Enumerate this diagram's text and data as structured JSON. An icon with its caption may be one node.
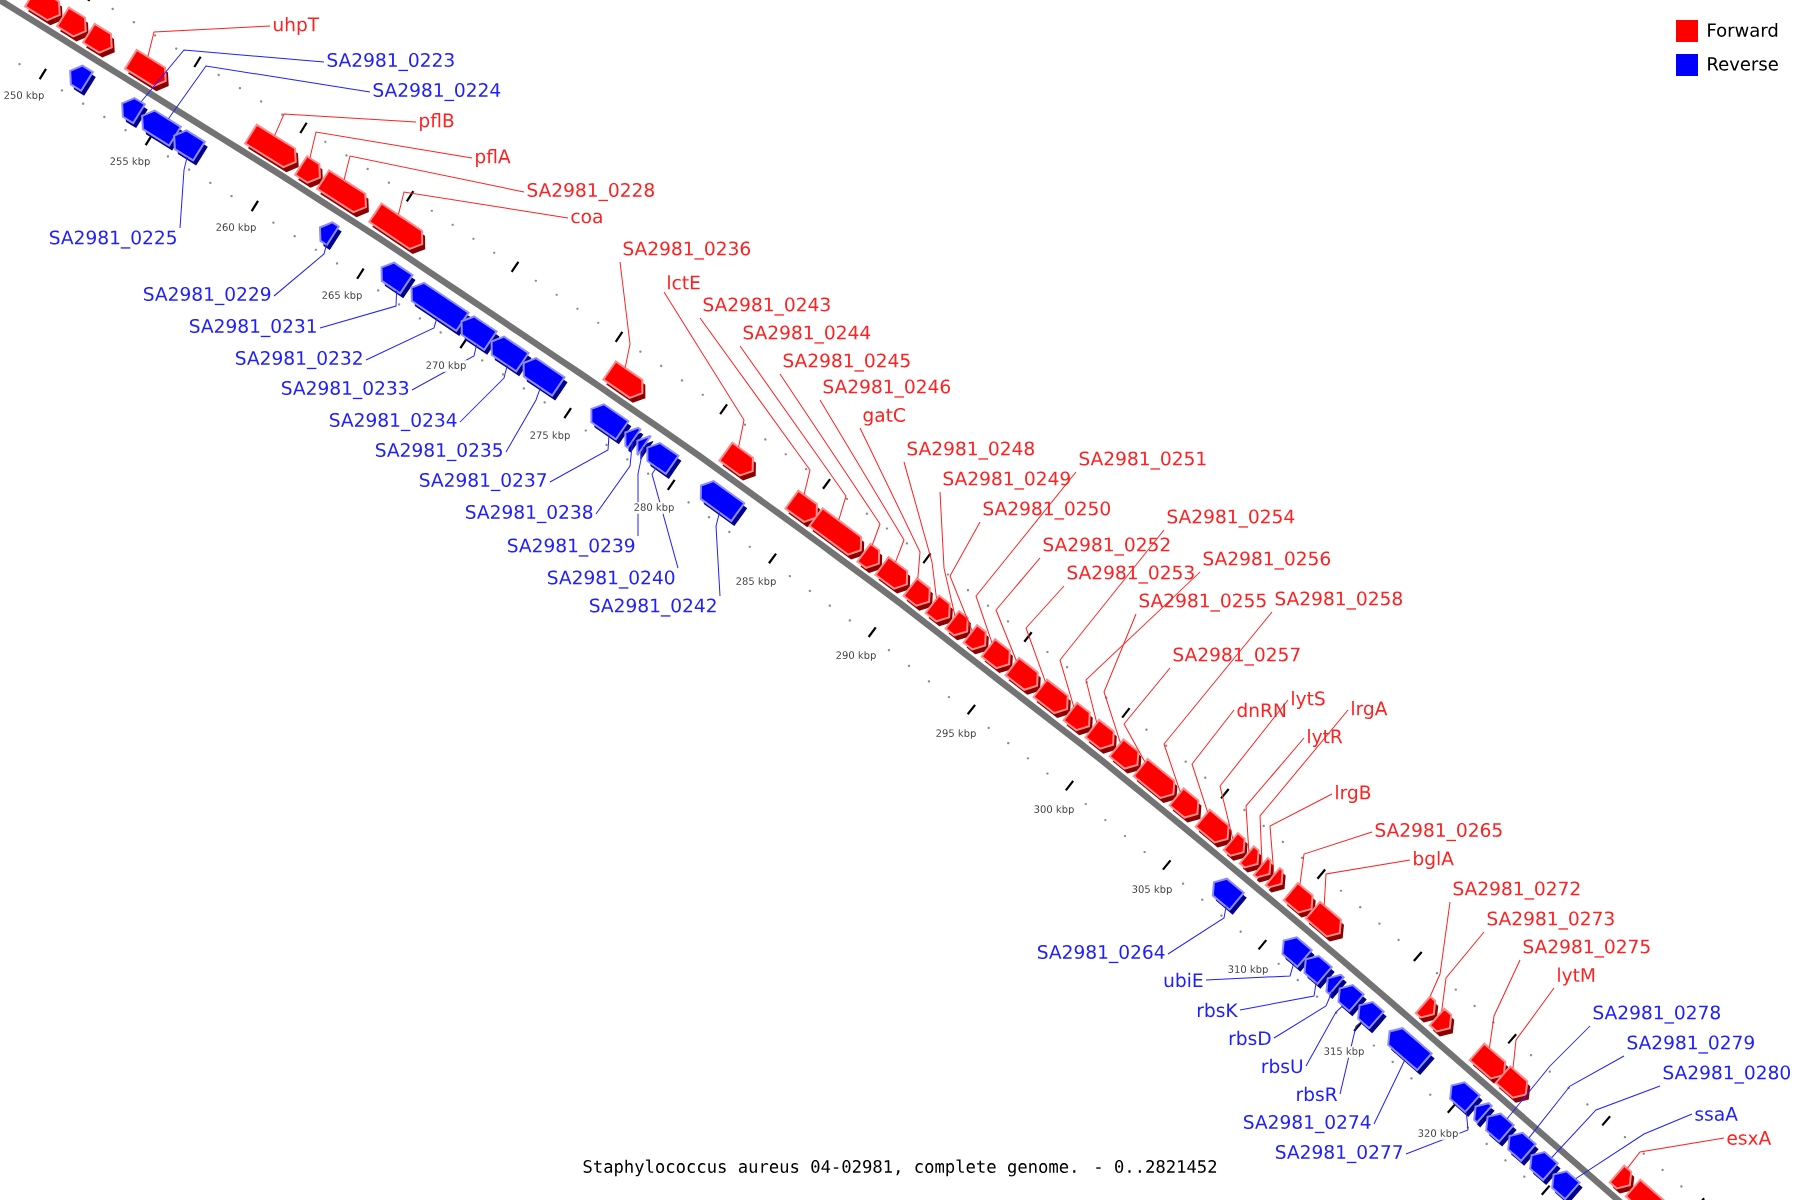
{
  "diagram": {
    "caption": "Staphylococcus aureus 04-02981, complete genome. - 0..2821452",
    "nodes": [
      {
        "text": [
          "uhpT"
        ]
      },
      {
        "text": [
          "SA2981_0223"
        ]
      },
      {
        "text": [
          "SA2981_0224"
        ]
      },
      {
        "text": [
          "pflB"
        ]
      },
      {
        "text": [
          "pflA"
        ]
      },
      {
        "text": [
          "SA2981_0228"
        ]
      },
      {
        "text": [
          "coa"
        ]
      },
      {
        "text": [
          "SA2981_0225"
        ]
      },
      {
        "text": [
          "SA2981_0236"
        ]
      },
      {
        "text": [
          "lctE"
        ]
      },
      {
        "text": [
          "SA2981_0229"
        ]
      },
      {
        "text": [
          "SA2981_0243"
        ]
      },
      {
        "text": [
          "SA2981_0231"
        ]
      },
      {
        "text": [
          "SA2981_0244"
        ]
      },
      {
        "text": [
          "SA2981_0232"
        ]
      },
      {
        "text": [
          "SA2981_0245"
        ]
      },
      {
        "text": [
          "SA2981_0233"
        ]
      },
      {
        "text": [
          "SA2981_0246"
        ]
      },
      {
        "text": [
          "gatC"
        ]
      },
      {
        "text": [
          "SA2981_0234"
        ]
      },
      {
        "text": [
          "SA2981_0248"
        ]
      },
      {
        "text": [
          "SA2981_0235"
        ]
      },
      {
        "text": [
          "SA2981_0251"
        ]
      },
      {
        "text": [
          "SA2981_0249"
        ]
      },
      {
        "text": [
          "SA2981_0237"
        ]
      },
      {
        "text": [
          "SA2981_0250"
        ]
      },
      {
        "text": [
          "SA2981_0238"
        ]
      },
      {
        "text": [
          "SA2981_0254"
        ]
      },
      {
        "text": [
          "SA2981_0239"
        ]
      },
      {
        "text": [
          "SA2981_0252"
        ]
      },
      {
        "text": [
          "SA2981_0256"
        ]
      },
      {
        "text": [
          "SA2981_0240"
        ]
      },
      {
        "text": [
          "SA2981_0253"
        ]
      },
      {
        "text": [
          "SA2981_0258"
        ]
      },
      {
        "text": [
          "SA2981_0242"
        ]
      },
      {
        "text": [
          "SA2981_0255"
        ]
      },
      {
        "text": [
          "SA2981_0257"
        ]
      },
      {
        "text": [
          "lytS"
        ]
      },
      {
        "text": [
          "dnRN"
        ]
      },
      {
        "text": [
          "lrgA"
        ]
      },
      {
        "text": [
          "lytR"
        ]
      },
      {
        "text": [
          "lrgB"
        ]
      },
      {
        "text": [
          "SA2981_0265"
        ]
      },
      {
        "text": [
          "bglA"
        ]
      },
      {
        "text": [
          "SA2981_0272"
        ]
      },
      {
        "text": [
          "SA2981_0273"
        ]
      },
      {
        "text": [
          "SA2981_0264"
        ]
      },
      {
        "text": [
          "SA2981_0275"
        ]
      },
      {
        "text": [
          "lytM"
        ]
      },
      {
        "text": [
          "ubiE"
        ]
      },
      {
        "text": [
          "rbsK"
        ]
      },
      {
        "text": [
          "SA2981_0278"
        ]
      },
      {
        "text": [
          "rbsD"
        ]
      },
      {
        "text": [
          "SA2981_0279"
        ]
      },
      {
        "text": [
          "rbsU"
        ]
      },
      {
        "text": [
          "SA2981_0280"
        ]
      },
      {
        "text": [
          "rbsR"
        ]
      },
      {
        "text": [
          "ssaA"
        ]
      },
      {
        "text": [
          "SA2981_0274"
        ]
      },
      {
        "text": [
          "esxA"
        ]
      },
      {
        "text": [
          "SA2981_0277"
        ]
      },
      {
        "text": [],
        "shape": "pentagon"
      },
      {
        "text": [],
        "shape": "pentagon"
      },
      {
        "text": [],
        "shape": "pentagon"
      },
      {
        "text": [],
        "shape": "pentagon"
      },
      {
        "text": [],
        "shape": "pentagon"
      },
      {
        "text": [],
        "shape": "pentagon"
      },
      {
        "text": [],
        "shape": "pentagon"
      },
      {
        "text": [],
        "shape": "pentagon"
      },
      {
        "text": [],
        "shape": "pentagon"
      },
      {
        "text": [],
        "shape": "pentagon"
      },
      {
        "text": [],
        "shape": "pentagon"
      },
      {
        "text": [],
        "shape": "pentagon"
      },
      {
        "text": [],
        "shape": "pentagon"
      },
      {
        "text": [],
        "shape": "pentagon"
      },
      {
        "text": [],
        "shape": "pentagon"
      },
      {
        "text": [],
        "shape": "pentagon"
      },
      {
        "text": [],
        "shape": "pentagon"
      },
      {
        "text": [],
        "shape": "pentagon"
      },
      {
        "text": [],
        "shape": "pentagon"
      },
      {
        "text": [],
        "shape": "pentagon"
      },
      {
        "text": [],
        "shape": "pentagon"
      },
      {
        "text": [],
        "shape": "pentagon"
      },
      {
        "text": [],
        "shape": "pentagon"
      },
      {
        "text": [],
        "shape": "pentagon"
      },
      {
        "text": [],
        "shape": "pentagon"
      },
      {
        "text": [],
        "shape": "pentagon"
      },
      {
        "text": [],
        "shape": "pentagon"
      },
      {
        "text": [],
        "shape": "pentagon"
      },
      {
        "text": [],
        "shape": "pentagon"
      },
      {
        "text": [],
        "shape": "pentagon"
      },
      {
        "text": [],
        "shape": "pentagon"
      },
      {
        "text": [],
        "shape": "pentagon"
      },
      {
        "text": [],
        "shape": "pentagon"
      },
      {
        "text": [],
        "shape": "pentagon"
      },
      {
        "text": [],
        "shape": "pentagon"
      },
      {
        "text": [],
        "shape": "pentagon"
      },
      {
        "text": [],
        "shape": "pentagon"
      },
      {
        "text": [],
        "shape": "pentagon"
      },
      {
        "text": [],
        "shape": "pentagon"
      },
      {
        "text": [],
        "shape": "pentagon"
      },
      {
        "text": [],
        "shape": "pentagon"
      },
      {
        "text": [],
        "shape": "pentagon"
      },
      {
        "text": [],
        "shape": "pentagon"
      },
      {
        "text": [],
        "shape": "pentagon"
      },
      {
        "text": [],
        "shape": "pentagon"
      },
      {
        "text": [],
        "shape": "pentagon"
      },
      {
        "text": [],
        "shape": "pentagon"
      },
      {
        "text": [],
        "shape": "pentagon"
      },
      {
        "text": [],
        "shape": "pentagon"
      },
      {
        "text": [],
        "shape": "pentagon"
      },
      {
        "text": [],
        "shape": "pentagon"
      },
      {
        "text": [],
        "shape": "pentagon"
      },
      {
        "text": [],
        "shape": "pentagon"
      },
      {
        "text": [],
        "shape": "pentagon"
      },
      {
        "text": [],
        "shape": "pentagon"
      },
      {
        "text": [],
        "shape": "pentagon"
      },
      {
        "text": [],
        "shape": "pentagon"
      },
      {
        "text": [],
        "shape": "pentagon"
      },
      {
        "text": [],
        "shape": "pentagon"
      },
      {
        "text": [],
        "shape": "pentagon"
      },
      {
        "text": [],
        "shape": "pentagon"
      },
      {
        "text": [],
        "shape": "pentagon"
      },
      {
        "text": [],
        "shape": "pentagon"
      },
      {
        "text": [],
        "shape": "pentagon"
      },
      {
        "text": [],
        "shape": "pentagon"
      },
      {
        "text": [],
        "shape": "pentagon"
      },
      {
        "text": [],
        "shape": "pentagon"
      }
    ],
    "edges": [
      {
        "from": 0,
        "to": 65,
        "arrow": "none"
      },
      {
        "from": 1,
        "to": 66,
        "arrow": "none",
        "color": "#2020ff"
      },
      {
        "from": 2,
        "to": 67,
        "arrow": "none",
        "color": "#2020ff"
      },
      {
        "from": 3,
        "to": 69,
        "arrow": "none"
      },
      {
        "from": 4,
        "to": 70,
        "arrow": "none"
      },
      {
        "from": 5,
        "to": 71,
        "arrow": "none"
      },
      {
        "from": 6,
        "to": 73,
        "arrow": "none"
      },
      {
        "from": 7,
        "to": 68,
        "arrow": "none",
        "color": "#2020ff"
      },
      {
        "from": 8,
        "to": 79,
        "arrow": "none"
      },
      {
        "from": 9,
        "to": 84,
        "arrow": "none"
      },
      {
        "from": 10,
        "to": 72,
        "arrow": "none",
        "color": "#2020ff"
      },
      {
        "from": 11,
        "to": 86,
        "arrow": "none"
      },
      {
        "from": 12,
        "to": 74,
        "arrow": "none",
        "color": "#2020ff"
      },
      {
        "from": 13,
        "to": 87,
        "arrow": "none"
      },
      {
        "from": 14,
        "to": 75,
        "arrow": "none",
        "color": "#2020ff"
      },
      {
        "from": 15,
        "to": 88,
        "arrow": "none"
      },
      {
        "from": 16,
        "to": 76,
        "arrow": "none",
        "color": "#2020ff"
      },
      {
        "from": 17,
        "to": 89,
        "arrow": "none"
      },
      {
        "from": 18,
        "to": 90,
        "arrow": "none"
      },
      {
        "from": 19,
        "to": 77,
        "arrow": "none",
        "color": "#2020ff"
      },
      {
        "from": 20,
        "to": 91,
        "arrow": "none"
      },
      {
        "from": 21,
        "to": 78,
        "arrow": "none",
        "color": "#2020ff"
      },
      {
        "from": 22,
        "to": 94,
        "arrow": "none"
      },
      {
        "from": 23,
        "to": 92,
        "arrow": "none"
      },
      {
        "from": 24,
        "to": 80,
        "arrow": "none",
        "color": "#2020ff"
      },
      {
        "from": 25,
        "to": 93,
        "arrow": "none"
      },
      {
        "from": 26,
        "to": 81,
        "arrow": "none",
        "color": "#2020ff"
      },
      {
        "from": 27,
        "to": 97,
        "arrow": "none"
      },
      {
        "from": 28,
        "to": 82,
        "arrow": "none",
        "color": "#2020ff"
      },
      {
        "from": 29,
        "to": 95,
        "arrow": "none"
      },
      {
        "from": 30,
        "to": 98,
        "arrow": "none"
      },
      {
        "from": 31,
        "to": 83,
        "arrow": "none",
        "color": "#2020ff"
      },
      {
        "from": 32,
        "to": 96,
        "arrow": "none"
      },
      {
        "from": 33,
        "to": 101,
        "arrow": "none"
      },
      {
        "from": 34,
        "to": 85,
        "arrow": "none",
        "color": "#2020ff"
      },
      {
        "from": 35,
        "to": 99,
        "arrow": "none"
      },
      {
        "from": 36,
        "to": 100,
        "arrow": "none"
      },
      {
        "from": 37,
        "to": 103,
        "arrow": "none"
      },
      {
        "from": 38,
        "to": 102,
        "arrow": "none"
      },
      {
        "from": 39,
        "to": 106,
        "arrow": "none"
      },
      {
        "from": 40,
        "to": 104,
        "arrow": "none"
      },
      {
        "from": 41,
        "to": 107,
        "arrow": "none"
      },
      {
        "from": 42,
        "to": 108,
        "arrow": "none"
      },
      {
        "from": 43,
        "to": 109,
        "arrow": "none"
      },
      {
        "from": 44,
        "to": 115,
        "arrow": "none"
      },
      {
        "from": 45,
        "to": 117,
        "arrow": "none"
      },
      {
        "from": 46,
        "to": 105,
        "arrow": "none",
        "color": "#2020ff"
      },
      {
        "from": 47,
        "to": 118,
        "arrow": "none"
      },
      {
        "from": 48,
        "to": 120,
        "arrow": "none"
      },
      {
        "from": 49,
        "to": 110,
        "arrow": "none",
        "color": "#2020ff"
      },
      {
        "from": 50,
        "to": 111,
        "arrow": "none",
        "color": "#2020ff"
      },
      {
        "from": 51,
        "to": 122,
        "arrow": "none",
        "color": "#2020ff"
      },
      {
        "from": 52,
        "to": 112,
        "arrow": "none",
        "color": "#2020ff"
      },
      {
        "from": 53,
        "to": 123,
        "arrow": "none",
        "color": "#2020ff"
      },
      {
        "from": 54,
        "to": 113,
        "arrow": "none",
        "color": "#2020ff"
      },
      {
        "from": 55,
        "to": 124,
        "arrow": "none",
        "color": "#2020ff"
      },
      {
        "from": 56,
        "to": 114,
        "arrow": "none",
        "color": "#2020ff"
      },
      {
        "from": 57,
        "to": 125,
        "arrow": "none",
        "color": "#2020ff"
      },
      {
        "from": 58,
        "to": 116,
        "arrow": "none",
        "color": "#2020ff"
      },
      {
        "from": 59,
        "to": 126,
        "arrow": "none"
      },
      {
        "from": 60,
        "to": 119,
        "arrow": "none",
        "color": "#2020ff"
      }
    ],
    "labels": [
      "250 kbp",
      "255 kbp",
      "260 kbp",
      "265 kbp",
      "270 kbp",
      "275 kbp",
      "280 kbp",
      "285 kbp",
      "290 kbp",
      "295 kbp",
      "300 kbp",
      "305 kbp",
      "310 kbp",
      "315 kbp",
      "320 kbp"
    ],
    "legend": [
      {
        "text": "Forward",
        "color": "#ff0000"
      },
      {
        "text": "Reverse",
        "color": "#0000ff"
      }
    ]
  }
}
